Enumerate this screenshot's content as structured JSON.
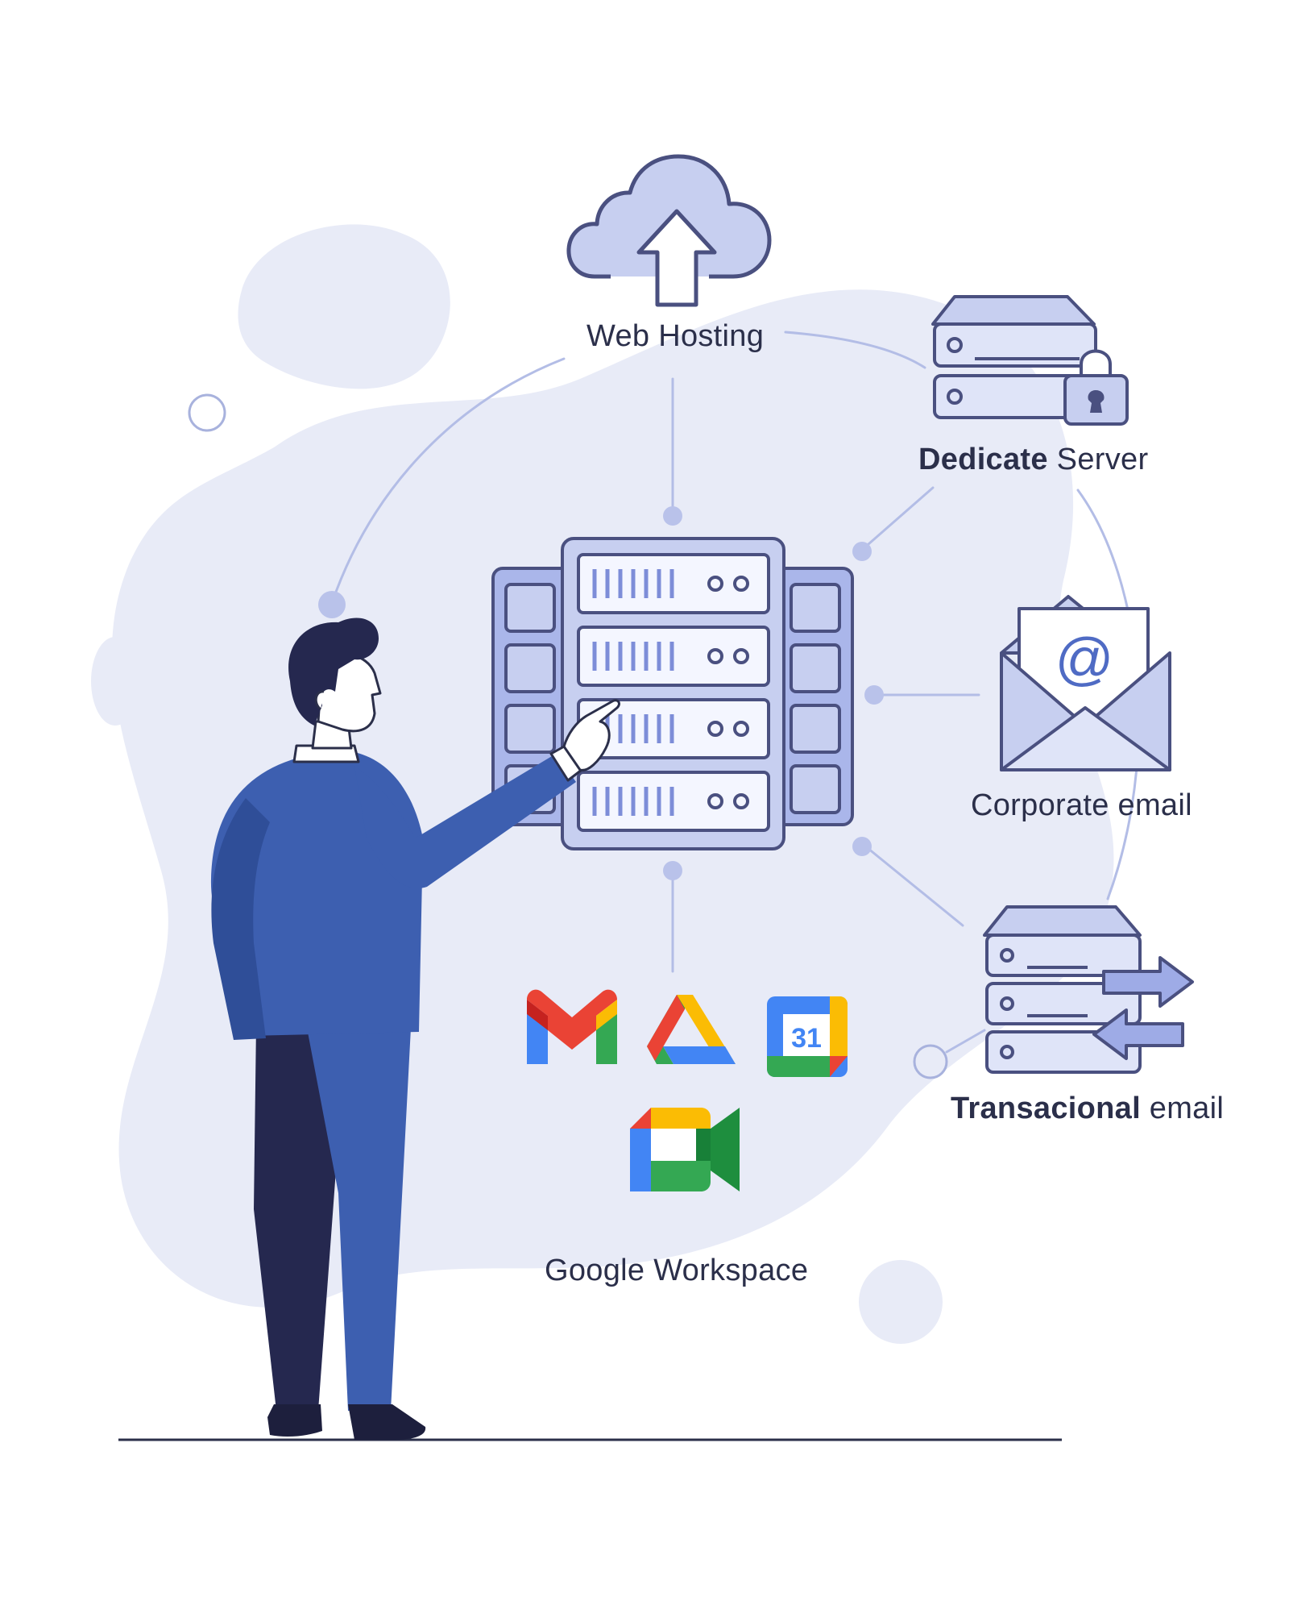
{
  "labels": {
    "web_hosting": "Web Hosting",
    "dedicated_server_bold": "Dedicate",
    "dedicated_server_rest": " Server",
    "corporate_email": "Corporate email",
    "transactional_email_bold": "Transacional",
    "transactional_email_rest": " email",
    "google_workspace": "Google Workspace"
  },
  "calendar_day": "31",
  "icons": [
    "cloud-upload-icon",
    "locked-server-icon",
    "email-envelope-icon",
    "server-arrows-icon",
    "gmail-icon",
    "google-drive-icon",
    "google-calendar-icon",
    "google-meet-icon",
    "server-rack-icon"
  ],
  "colors": {
    "blob": "#e8ebf7",
    "line": "#b3bde6",
    "icon_fill": "#c7cff0",
    "icon_stroke": "#4a5080",
    "suit": "#3d5fb0",
    "pants_dark": "#25284f",
    "text": "#2b2f4a",
    "google_red": "#ea4335",
    "google_blue": "#4285f4",
    "google_green": "#34a853",
    "google_yellow": "#fbbc04"
  }
}
